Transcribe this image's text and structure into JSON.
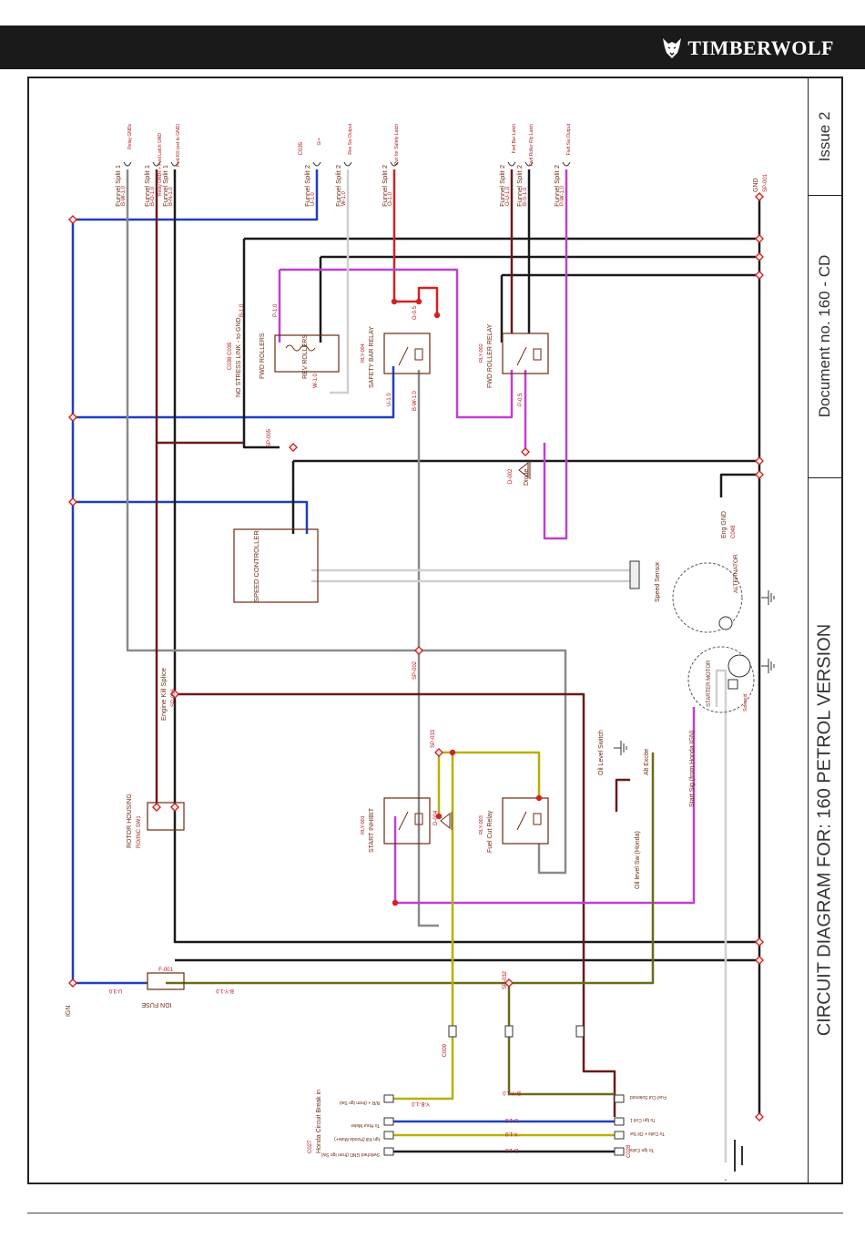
{
  "header": {
    "brand": "TIMBERWOLF",
    "logo": "wolf-head-logo"
  },
  "title_block": {
    "title": "CIRCUIT DIAGRAM FOR: 160 PETROL VERSION",
    "document": "Document no. 160 - CD",
    "issue": "Issue 2"
  },
  "colors": {
    "black": "#1a1a1a",
    "blue": "#1f3fbf",
    "brown": "#6b1a1a",
    "red": "#d62020",
    "purple": "#c040d0",
    "grey": "#8a8a8a",
    "white": "#cfcfcf",
    "yellow": "#b8b000",
    "olive": "#6b6b1a",
    "label": "#b01818",
    "component": "#6b2a10"
  },
  "labels": {
    "fs1a": "Funnel Split 1",
    "fs1b": "Funnel Split 1",
    "fs1c": "Funnel Split 1",
    "fs2a": "Funnel Split 2",
    "fs2b": "Funnel Split 2",
    "fs2c": "Funnel Split 2",
    "fs2d": "Funnel Split 2",
    "fs2e": "Funnel Split 2",
    "fs2f": "Funnel Split 2",
    "c035": "C035",
    "sub_relay_gnds": "Relay GNDs",
    "sub_relay_gnd_latch": "Relay GNDs + Fwd Latch GND",
    "sub_fwd_kill": "Fwd Kill (ext to GND)",
    "sub_vrx": "Gr+",
    "sub_rev_out": "Rev Sw Output",
    "sub_pwr_safety": "Pwr for Safety Latch",
    "sub_fwd_bar": "Fwd Bar Latch",
    "sub_fwd_relay": "Fwd Roller Rly Latch",
    "sub_fwd_out": "Fwd Sw Output",
    "w_bw1": "B-W-1.0",
    "w_bo1": "B-O-1.0",
    "w_bn1": "B-N-1.0",
    "w_u1": "U-1.0",
    "w_w1": "W-1.0",
    "w_o1": "O-1.0",
    "w_ou1": "O-U-1.0",
    "w_bs1": "B-S-1.0",
    "w_pw1": "P-W-1.0",
    "gnd": "GND",
    "sp001": "SP-001",
    "no_stress": "NO STRESS LINK - to GND",
    "c038": "C038 C039",
    "fwd_rollers": "FWD ROLLERS",
    "rev_rollers": "REV ROLLERS",
    "safety_relay": "SAFETY BAR RELAY",
    "rly004": "RLY-004",
    "fwd_relay": "FWD ROLLER RELAY",
    "rly002": "RLY-002",
    "w_p1": "P-1.0",
    "w_b1": "B-1.0",
    "w_o05": "O-0.5",
    "w_p05": "P-0.5",
    "w_bw1b": "B-W-1.0",
    "w_u1b": "U-1.0",
    "w_w1b": "W-1.0",
    "sp005": "SP-005",
    "d002": "D-002",
    "diode": "Diode",
    "speed_controller": "SPEED CONTROLLER",
    "speed_sensor": "Speed Sensor",
    "eng_gnd": "Eng GND",
    "c048": "C048",
    "alternator": "ALTERNATOR",
    "starter": "STARTER MOTOR",
    "solenoid": "Solenoid",
    "eng_kill": "Engine Kill Splice",
    "sp006": "SP-006",
    "sp002": "SP-002",
    "rotor": "ROTOR HOUSING",
    "rotor2": "RO/INC SW1",
    "start_inhibit": "START INHIBIT",
    "rly001": "RLY-001",
    "fuel_cut": "Fuel Cut Relay",
    "rly003": "RLY-003",
    "d004": "D-004",
    "sp033": "SP-033",
    "sp032": "SP-032",
    "oil_switch": "Oil Level Switch",
    "alt_excite": "Alt Excite",
    "oil_honda": "Oil level Sw (Honda)",
    "start_sig": "Start Sig (from Honda IGN)",
    "ign_fuse": "IGN FUSE",
    "f001": "F-001",
    "ign": "IGN",
    "w_u3": "U-3.0",
    "w_by1": "B-Y-1.0",
    "c009": "C009",
    "c027": "C027",
    "honda_break": "Honda Circuit Break in",
    "c028": "C028",
    "battery": "Battery",
    "h1": "Switched GND (from Ign Sw)",
    "h2": "Ign Kill (Honda Mute+)",
    "h3": "To Hour Meter",
    "h4": "B/R + (from Ign Sw)",
    "r1": "Fuel Cut Solenoid",
    "r2": "To Ign Coil 1",
    "r3": "To Coils + Oil Sw",
    "r4": "To Ign Coils",
    "wy1": "Y-B-1.0",
    "wby": "B-Y-1.0",
    "wu": "U-1.0",
    "wyy": "Y-1.0",
    "wb": "B-1.0"
  }
}
